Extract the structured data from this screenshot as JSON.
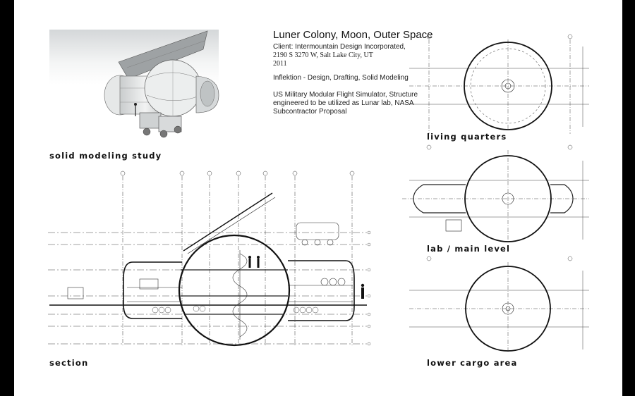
{
  "sheet": {
    "title": "Luner Colony, Moon, Outer Space",
    "client": "Client: Intermountain Design Incorporated,",
    "address": "2190 S 3270 W, Salt Lake City, UT",
    "year": "2011",
    "firm": "Inflektion - Design, Drafting, Solid Modeling",
    "description": "US Military Modular Flight Simulator, Structure engineered to be utilized as Lunar lab,  NASA Subcontractor Proposal"
  },
  "labels": {
    "solid_modeling": "solid modeling study",
    "section": "section",
    "living_quarters": "living quarters",
    "lab_main_level": "lab / main level",
    "lower_cargo_area": "lower cargo area"
  },
  "colors": {
    "frame": "#000000",
    "paper": "#ffffff",
    "ink": "#111111",
    "hatch": "#666666"
  }
}
